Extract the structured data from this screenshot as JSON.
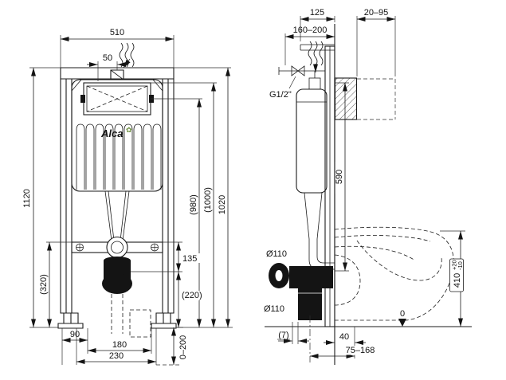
{
  "colors": {
    "ink": "#1b1b1b",
    "logo_green": "#6b8e3e"
  },
  "brand": {
    "name": "Alca",
    "flower": "✿"
  },
  "front": {
    "d510": "510",
    "d50": "50",
    "d1120": "1120",
    "d320": "(320)",
    "d90": "90",
    "d180": "180",
    "d230": "230",
    "d135": "135",
    "d220": "(220)",
    "d0_200": "0–200",
    "d980": "(980)",
    "d1000": "(1000)",
    "d1020": "1020"
  },
  "side": {
    "d125": "125",
    "d20_95": "20–95",
    "d160_200": "160–200",
    "g12": "G1/2\"",
    "d590": "590",
    "d110_top": "Ø110",
    "d110_bottom": "Ø110",
    "d410": "410",
    "d410_plus": "+20",
    "d410_minus": "-10",
    "d7": "(7)",
    "d40": "40",
    "d75_168": "75–168",
    "zero": "0"
  }
}
